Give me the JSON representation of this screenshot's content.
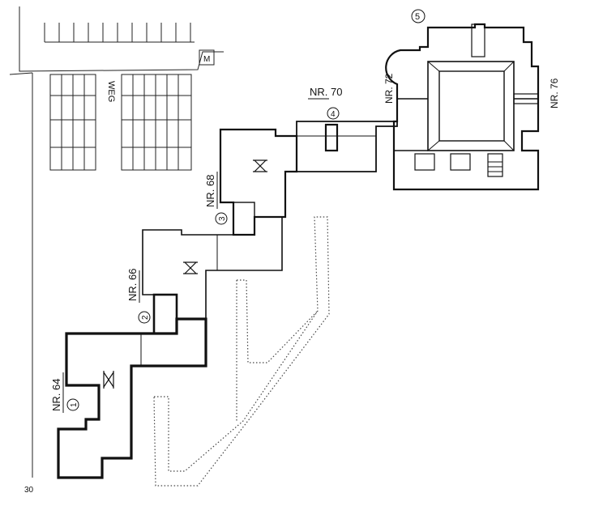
{
  "page_number": "30",
  "street_label": "WEG",
  "utility_box_label": "M",
  "buildings": [
    {
      "number": "NR. 64",
      "circle": "1"
    },
    {
      "number": "NR. 66",
      "circle": "2"
    },
    {
      "number": "NR. 68",
      "circle": "3"
    },
    {
      "number": "NR. 70",
      "circle": "4"
    },
    {
      "number": "NR. 72",
      "circle": ""
    },
    {
      "number": "NR. 76",
      "circle": ""
    },
    {
      "number": "",
      "circle": "5"
    }
  ]
}
